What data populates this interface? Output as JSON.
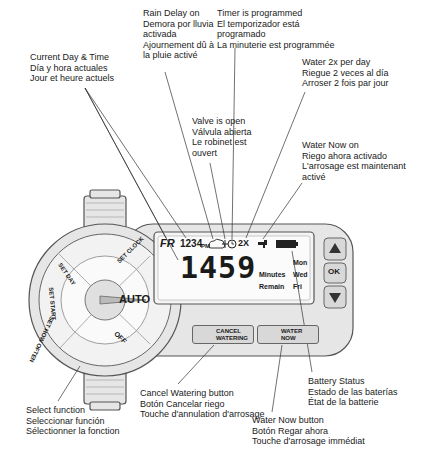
{
  "diagram": {
    "nodes": [
      {
        "text": [
          "CANCEL WATERING"
        ]
      },
      {
        "text": [
          "WATER NOW"
        ]
      }
    ],
    "labels": [
      "Current Day & Time",
      "Día y hora actuales",
      "Jour et heure actuels",
      "Rain Delay on",
      "Demora por lluvia activada",
      "Ajournement dû à la pluie activé",
      "Timer is programmed",
      "El temporizador está programado",
      "La minuterie est programmée",
      "Water 2x per day",
      "Riegue 2 veces al día",
      "Arroser 2 fois par jour",
      "Valve is open",
      "Válvula abierta",
      "Le robinet est ouvert",
      "Water Now on",
      "Riego ahora activado",
      "L'arrosage est maintenant activé",
      "Battery Status",
      "Estado de las baterías",
      "État de la batterie",
      "Water Now button",
      "Botón Regar ahora",
      "Touche d'arrosage immédiat",
      "Cancel Watering button",
      "Botón Cancelar riego",
      "Touche d'annulation d'arrosage",
      "Select function",
      "Seleccionar función",
      "Sélectionner la fonction",
      "FR",
      "1234",
      "PM",
      "1459",
      "Mon",
      "Minutes",
      "Wed",
      "Remain",
      "Fri",
      "2X",
      "OK",
      "SET CLOCK",
      "AUTO",
      "OFF",
      "SET DAY",
      "SET START",
      "SET HOW OFTEN"
    ]
  }
}
